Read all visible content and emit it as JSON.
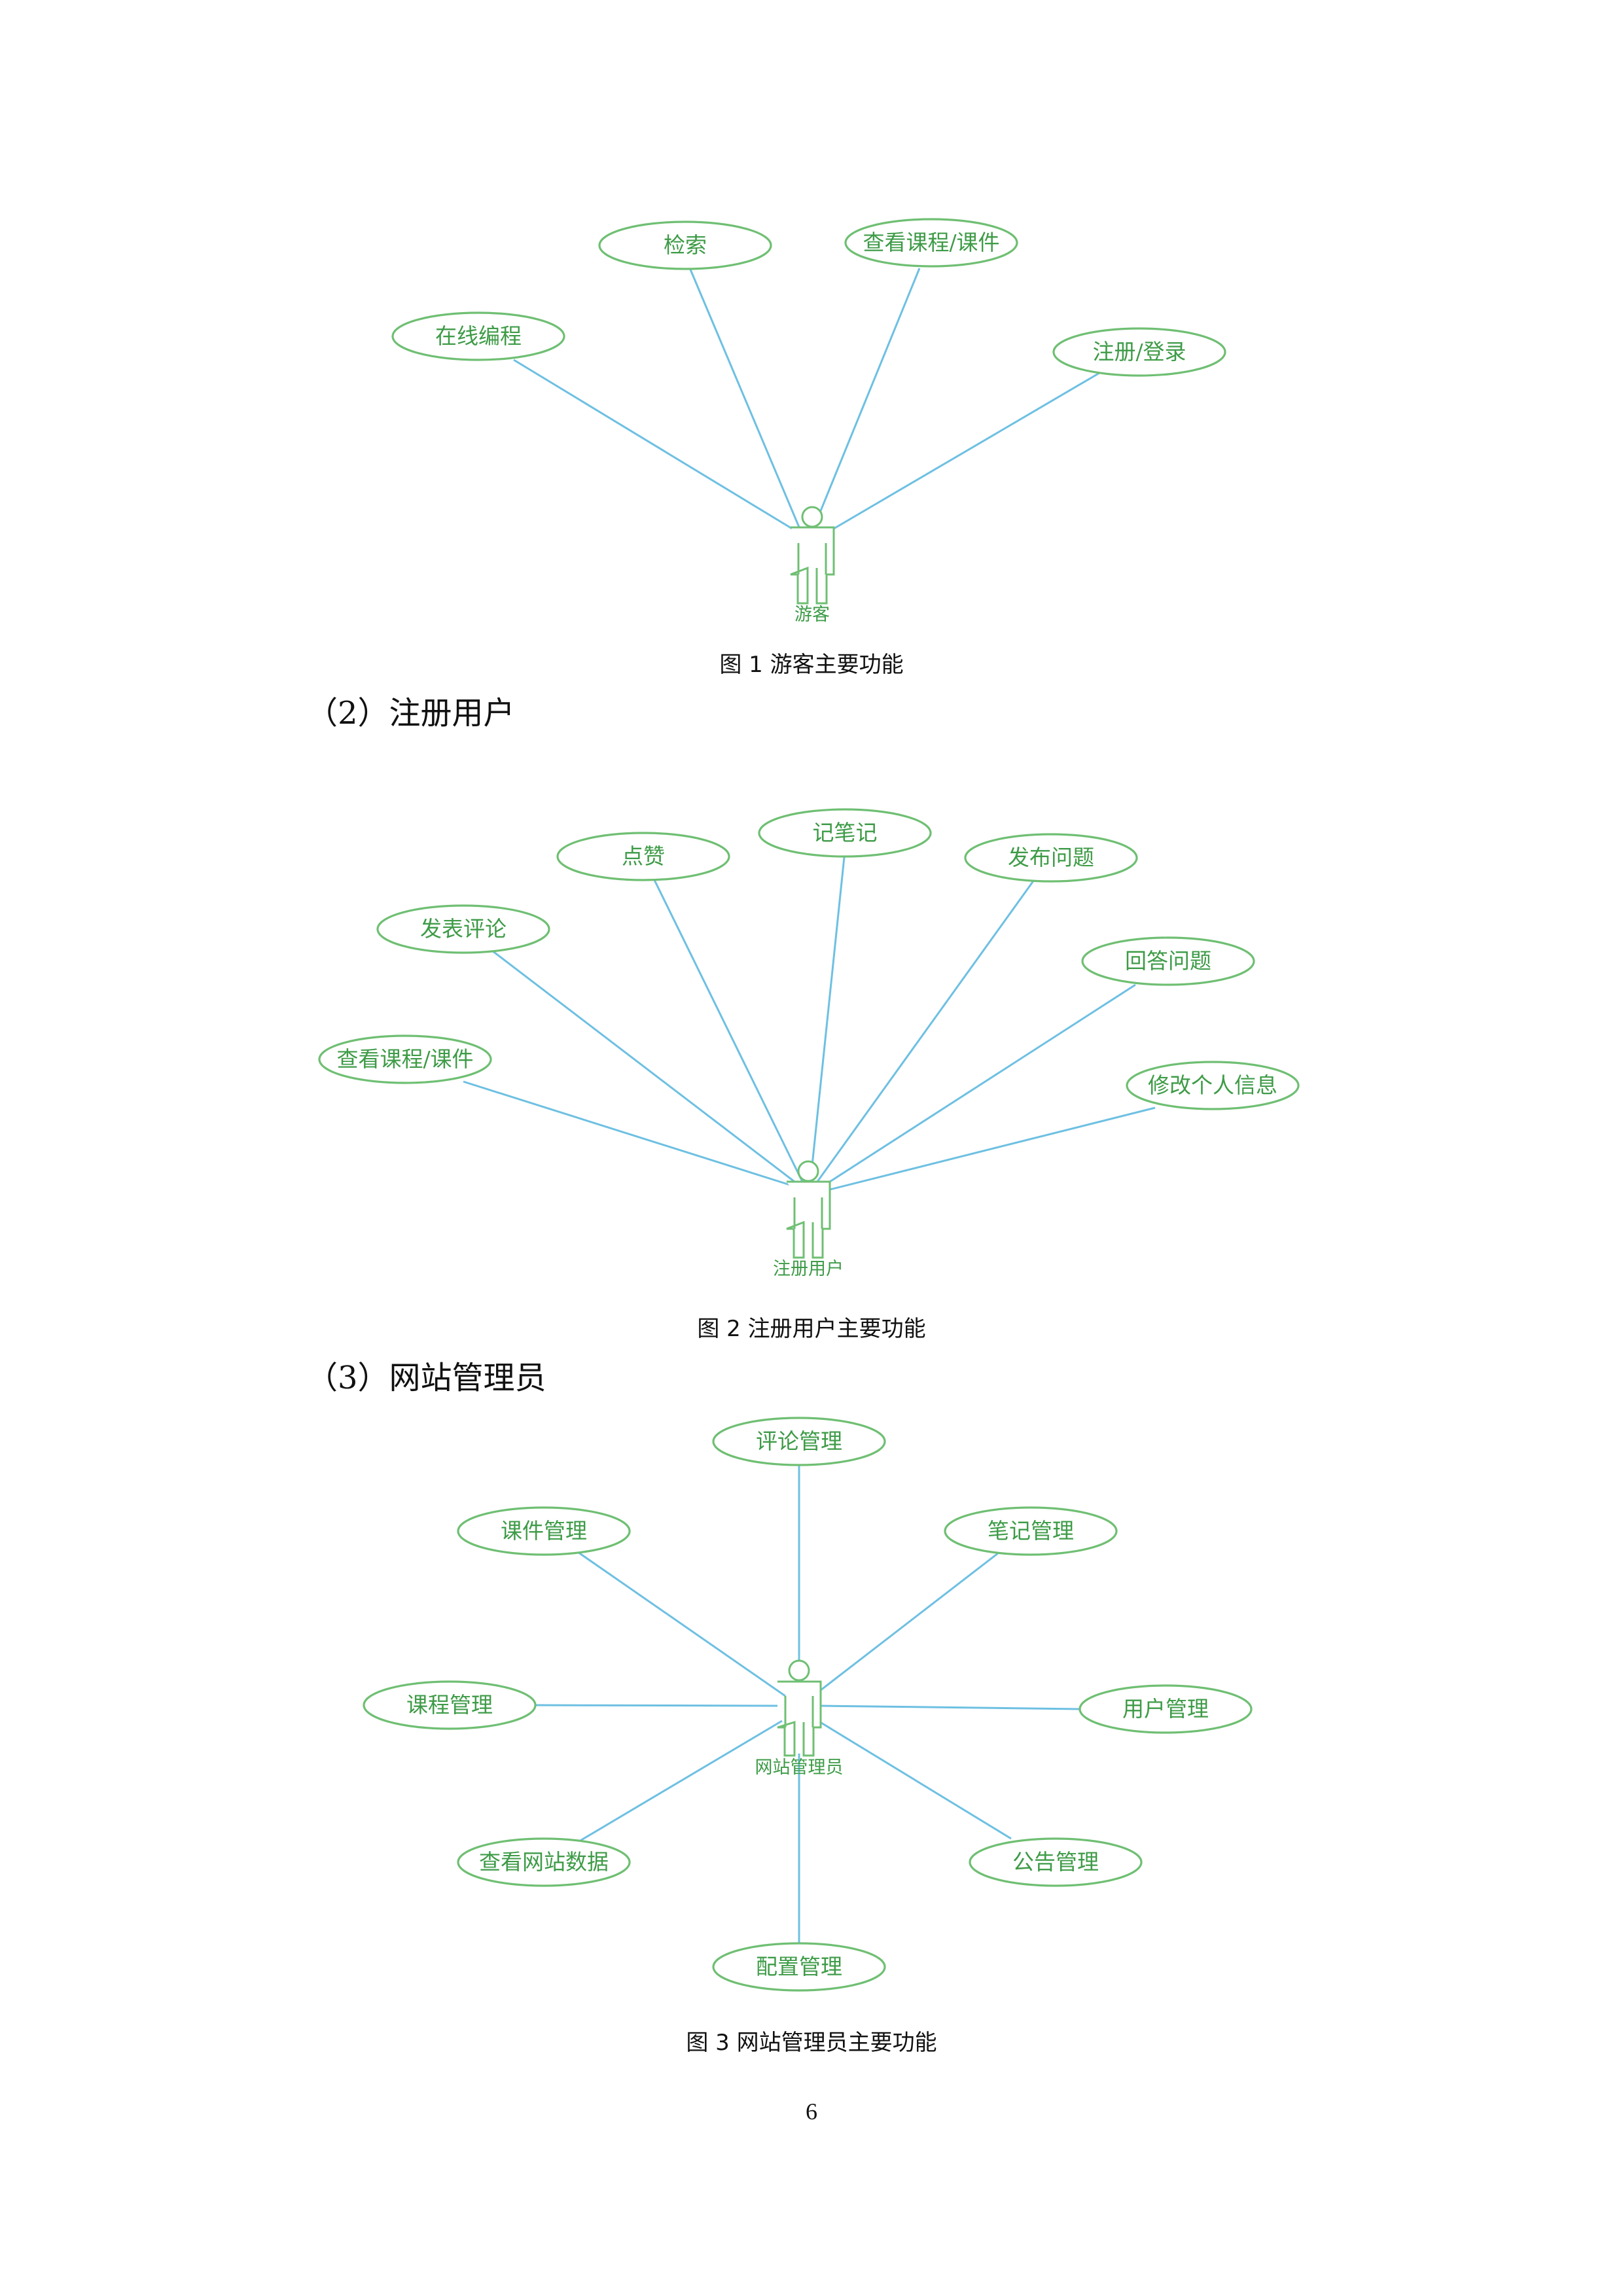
{
  "diagrams": [
    {
      "actor": "游客",
      "caption": "图 1  游客主要功能",
      "use_cases": [
        "在线编程",
        "检索",
        "查看课程/课件",
        "注册/登录"
      ]
    },
    {
      "section": "（2）注册用户",
      "actor": "注册用户",
      "caption": "图 2  注册用户主要功能",
      "use_cases": [
        "查看课程/课件",
        "发表评论",
        "点赞",
        "记笔记",
        "发布问题",
        "回答问题",
        "修改个人信息"
      ]
    },
    {
      "section": "（3）网站管理员",
      "actor": "网站管理员",
      "caption": "图 3  网站管理员主要功能",
      "use_cases": [
        "评论管理",
        "课件管理",
        "笔记管理",
        "课程管理",
        "用户管理",
        "查看网站数据",
        "公告管理",
        "配置管理"
      ]
    }
  ],
  "page_number": "6",
  "colors": {
    "use_case_stroke": "#6fbf73",
    "use_case_text": "#3e9b47",
    "association_line": "#6ec0e2"
  }
}
